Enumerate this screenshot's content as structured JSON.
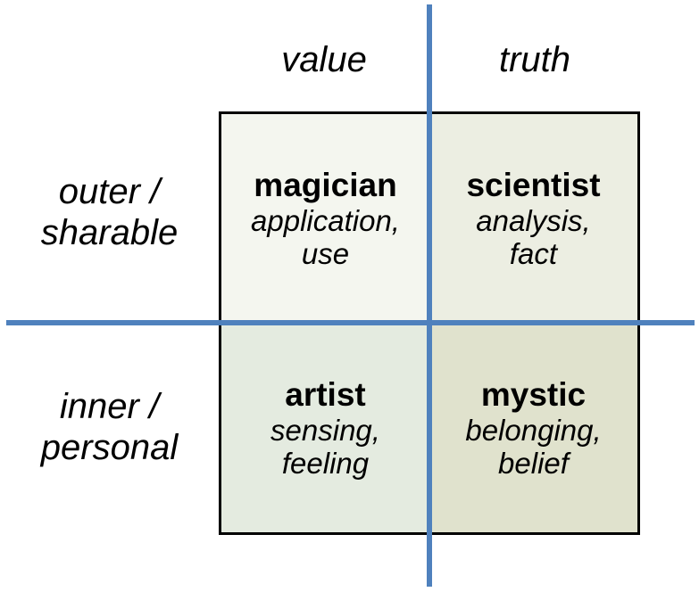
{
  "diagram": {
    "type": "quadrant-matrix",
    "column_headers": [
      {
        "label": "value"
      },
      {
        "label": "truth"
      }
    ],
    "row_labels": [
      {
        "line1": "outer /",
        "line2": "sharable"
      },
      {
        "line1": "inner /",
        "line2": "personal"
      }
    ],
    "quadrants": {
      "top_left": {
        "title": "magician",
        "desc_line1": "application,",
        "desc_line2": "use"
      },
      "top_right": {
        "title": "scientist",
        "desc_line1": "analysis,",
        "desc_line2": "fact"
      },
      "bottom_left": {
        "title": "artist",
        "desc_line1": "sensing,",
        "desc_line2": "feeling"
      },
      "bottom_right": {
        "title": "mystic",
        "desc_line1": "belonging,",
        "desc_line2": "belief"
      }
    },
    "colors": {
      "axis_blue": "#4f81bd",
      "box_border": "#000000",
      "page_background": "#ffffff",
      "text": "#000000",
      "quadrant_fills": {
        "top_left": "#f4f6ef",
        "top_right": "#eceee2",
        "bottom_left": "#e4ebe0",
        "bottom_right": "#e0e2cd"
      }
    }
  }
}
